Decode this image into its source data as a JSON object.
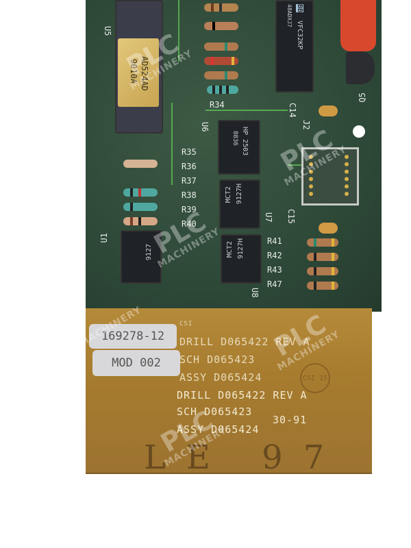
{
  "chips": {
    "u5": {
      "line1": "AD524AD",
      "line2": "9010A"
    },
    "bb": {
      "brand": "BB",
      "line1": "VFC32KP",
      "line2": "48ADXJ7"
    },
    "u6": {
      "line1": "HP 2503",
      "line2": "8836"
    },
    "mct2a": {
      "line1": "MCT2",
      "line2": "9127H"
    },
    "mct2b": {
      "line1": "MCT2",
      "line2": "9127H"
    },
    "u1": {
      "line1": "9127"
    }
  },
  "silkscreen": {
    "u5": "U5",
    "r34": "R34",
    "c14": "C14",
    "q5": "Q5",
    "u6": "U6",
    "j2": "J2",
    "r35": "R35",
    "r36": "R36",
    "r37": "R37",
    "r38": "R38",
    "r39": "R39",
    "r40": "R40",
    "u7": "U7",
    "c15": "C15",
    "u1": "U1",
    "r41": "R41",
    "r42": "R42",
    "r43": "R43",
    "r47": "R47",
    "u8": "U8"
  },
  "stickers": {
    "part": "169278-12",
    "mod": "MOD 002"
  },
  "tan_text": {
    "csi_small": "CSI",
    "drill1": "DRILL D065422 REV A",
    "sch1": "SCH D065423",
    "assy1": "ASSY D065424",
    "drill2": "DRILL D065422 REV A",
    "sch2": "SCH D065423",
    "assy2": "ASSY D065424",
    "date": "30-91",
    "csi_stamp": "CSI 15",
    "handwriting": "LE 97"
  },
  "watermark": {
    "brand": "PLC",
    "sub": "MACHINERY"
  }
}
